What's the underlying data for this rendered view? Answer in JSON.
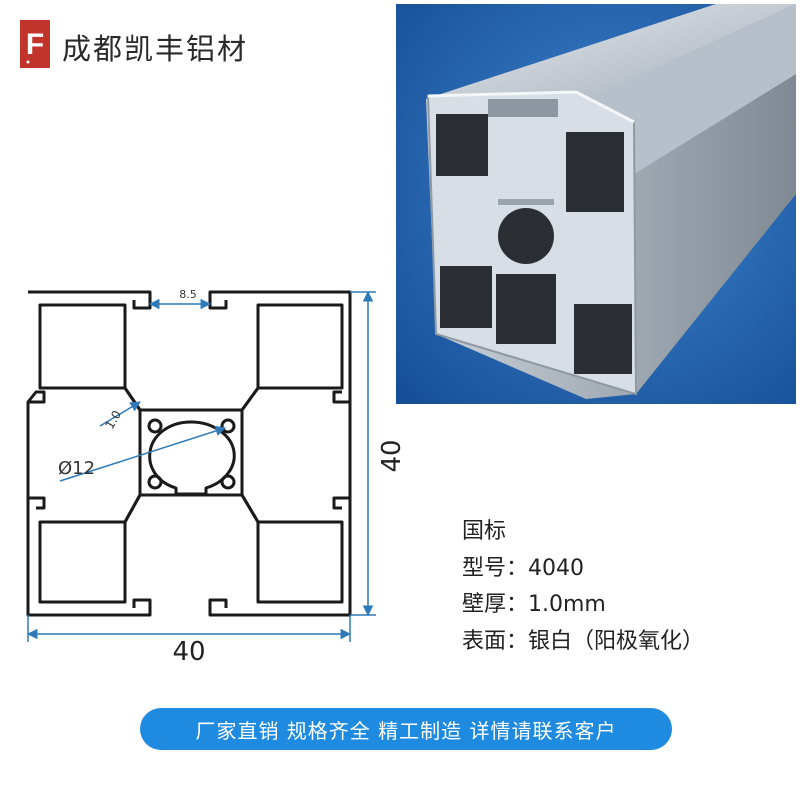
{
  "header": {
    "logo_letter": "F",
    "brand_name": "成都凯丰铝材"
  },
  "drawing": {
    "dim_width": "40",
    "dim_height": "40",
    "dim_slot": "8.5",
    "dim_diameter": "Ø12",
    "dim_wall": "1.0"
  },
  "specs": {
    "standard": "国标",
    "model_label": "型号：",
    "model_value": "4040",
    "wall_label": "壁厚：",
    "wall_value": "1.0mm",
    "surface_label": "表面：",
    "surface_value": "银白（阳极氧化）"
  },
  "banner": {
    "text": "厂家直销 规格齐全 精工制造 详情请联系客户"
  },
  "colors": {
    "logo_red": "#c0342b",
    "photo_bg": "#1d5fae",
    "banner_blue": "#1f8be0",
    "dimension_blue": "#2e7ab8"
  }
}
